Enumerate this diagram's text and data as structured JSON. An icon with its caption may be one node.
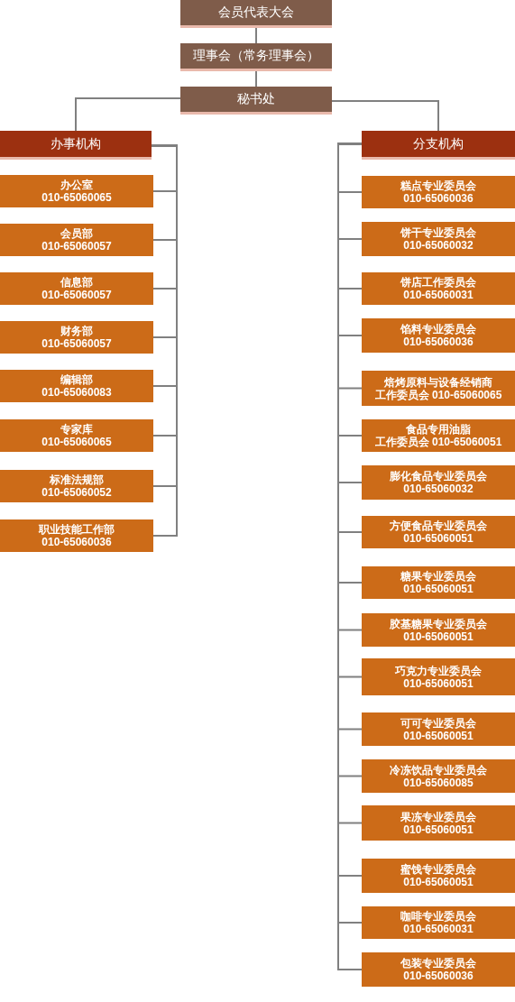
{
  "diagram": {
    "nodes": [
      {
        "text": [
          "会员代表大会"
        ]
      },
      {
        "text": [
          "理事会（常务理事会）"
        ]
      },
      {
        "text": [
          "秘书处"
        ]
      },
      {
        "text": [
          "办事机构"
        ]
      },
      {
        "text": [
          "办公室",
          "010-65060065"
        ]
      },
      {
        "text": [
          "会员部",
          "010-65060057"
        ]
      },
      {
        "text": [
          "信息部",
          "010-65060057"
        ]
      },
      {
        "text": [
          "财务部",
          "010-65060057"
        ]
      },
      {
        "text": [
          "编辑部",
          "010-65060083"
        ]
      },
      {
        "text": [
          "专家库",
          "010-65060065"
        ]
      },
      {
        "text": [
          "标准法规部",
          "010-65060052"
        ]
      },
      {
        "text": [
          "职业技能工作部",
          "010-65060036"
        ]
      },
      {
        "text": [
          "分支机构"
        ]
      },
      {
        "text": [
          "糕点专业委员会",
          "010-65060036"
        ]
      },
      {
        "text": [
          "饼干专业委员会",
          "010-65060032"
        ]
      },
      {
        "text": [
          "饼店工作委员会",
          "010-65060031"
        ]
      },
      {
        "text": [
          "馅料专业委员会",
          "010-65060036"
        ]
      },
      {
        "text": [
          "焙烤原料与设备经销商工作委员会",
          "010-65060065"
        ]
      },
      {
        "text": [
          "食品专用油脂工作委员会",
          "010-65060051"
        ]
      },
      {
        "text": [
          "膨化食品专业委员会",
          "010-65060032"
        ]
      },
      {
        "text": [
          "方便食品专业委员会",
          "010-65060051"
        ]
      },
      {
        "text": [
          "糖果专业委员会",
          "010-65060051"
        ]
      },
      {
        "text": [
          "胶基糖果专业委员会",
          "010-65060051"
        ]
      },
      {
        "text": [
          "巧克力专业委员会",
          "010-65060051"
        ]
      },
      {
        "text": [
          "可可专业委员会",
          "010-65060051"
        ]
      },
      {
        "text": [
          "冷冻饮品专业委员会",
          "010-65060085"
        ]
      },
      {
        "text": [
          "果冻专业委员会",
          "010-65060051"
        ]
      },
      {
        "text": [
          "蜜饯专业委员会",
          "010-65060051"
        ]
      },
      {
        "text": [
          "咖啡专业委员会",
          "010-65060031"
        ]
      },
      {
        "text": [
          "包装专业委员会",
          "010-65060036"
        ]
      }
    ],
    "edges": [
      {
        "from": 0,
        "to": 1,
        "arrow": "none"
      },
      {
        "from": 1,
        "to": 2,
        "arrow": "none"
      },
      {
        "from": 2,
        "to": 3,
        "arrow": "none"
      },
      {
        "from": 2,
        "to": 12,
        "arrow": "none"
      },
      {
        "from": 3,
        "to": 4,
        "arrow": "none"
      },
      {
        "from": 3,
        "to": 5,
        "arrow": "none"
      },
      {
        "from": 3,
        "to": 6,
        "arrow": "none"
      },
      {
        "from": 3,
        "to": 7,
        "arrow": "none"
      },
      {
        "from": 3,
        "to": 8,
        "arrow": "none"
      },
      {
        "from": 3,
        "to": 9,
        "arrow": "none"
      },
      {
        "from": 3,
        "to": 10,
        "arrow": "none"
      },
      {
        "from": 3,
        "to": 11,
        "arrow": "none"
      },
      {
        "from": 12,
        "to": 13,
        "arrow": "none"
      },
      {
        "from": 12,
        "to": 14,
        "arrow": "none"
      },
      {
        "from": 12,
        "to": 15,
        "arrow": "none"
      },
      {
        "from": 12,
        "to": 16,
        "arrow": "none"
      },
      {
        "from": 12,
        "to": 17,
        "arrow": "none"
      },
      {
        "from": 12,
        "to": 18,
        "arrow": "none"
      },
      {
        "from": 12,
        "to": 19,
        "arrow": "none"
      },
      {
        "from": 12,
        "to": 20,
        "arrow": "none"
      },
      {
        "from": 12,
        "to": 21,
        "arrow": "none"
      },
      {
        "from": 12,
        "to": 22,
        "arrow": "none"
      },
      {
        "from": 12,
        "to": 23,
        "arrow": "none"
      },
      {
        "from": 12,
        "to": 24,
        "arrow": "none"
      },
      {
        "from": 12,
        "to": 25,
        "arrow": "none"
      },
      {
        "from": 12,
        "to": 26,
        "arrow": "none"
      },
      {
        "from": 12,
        "to": 27,
        "arrow": "none"
      },
      {
        "from": 12,
        "to": 28,
        "arrow": "none"
      },
      {
        "from": 12,
        "to": 29,
        "arrow": "none"
      }
    ]
  }
}
